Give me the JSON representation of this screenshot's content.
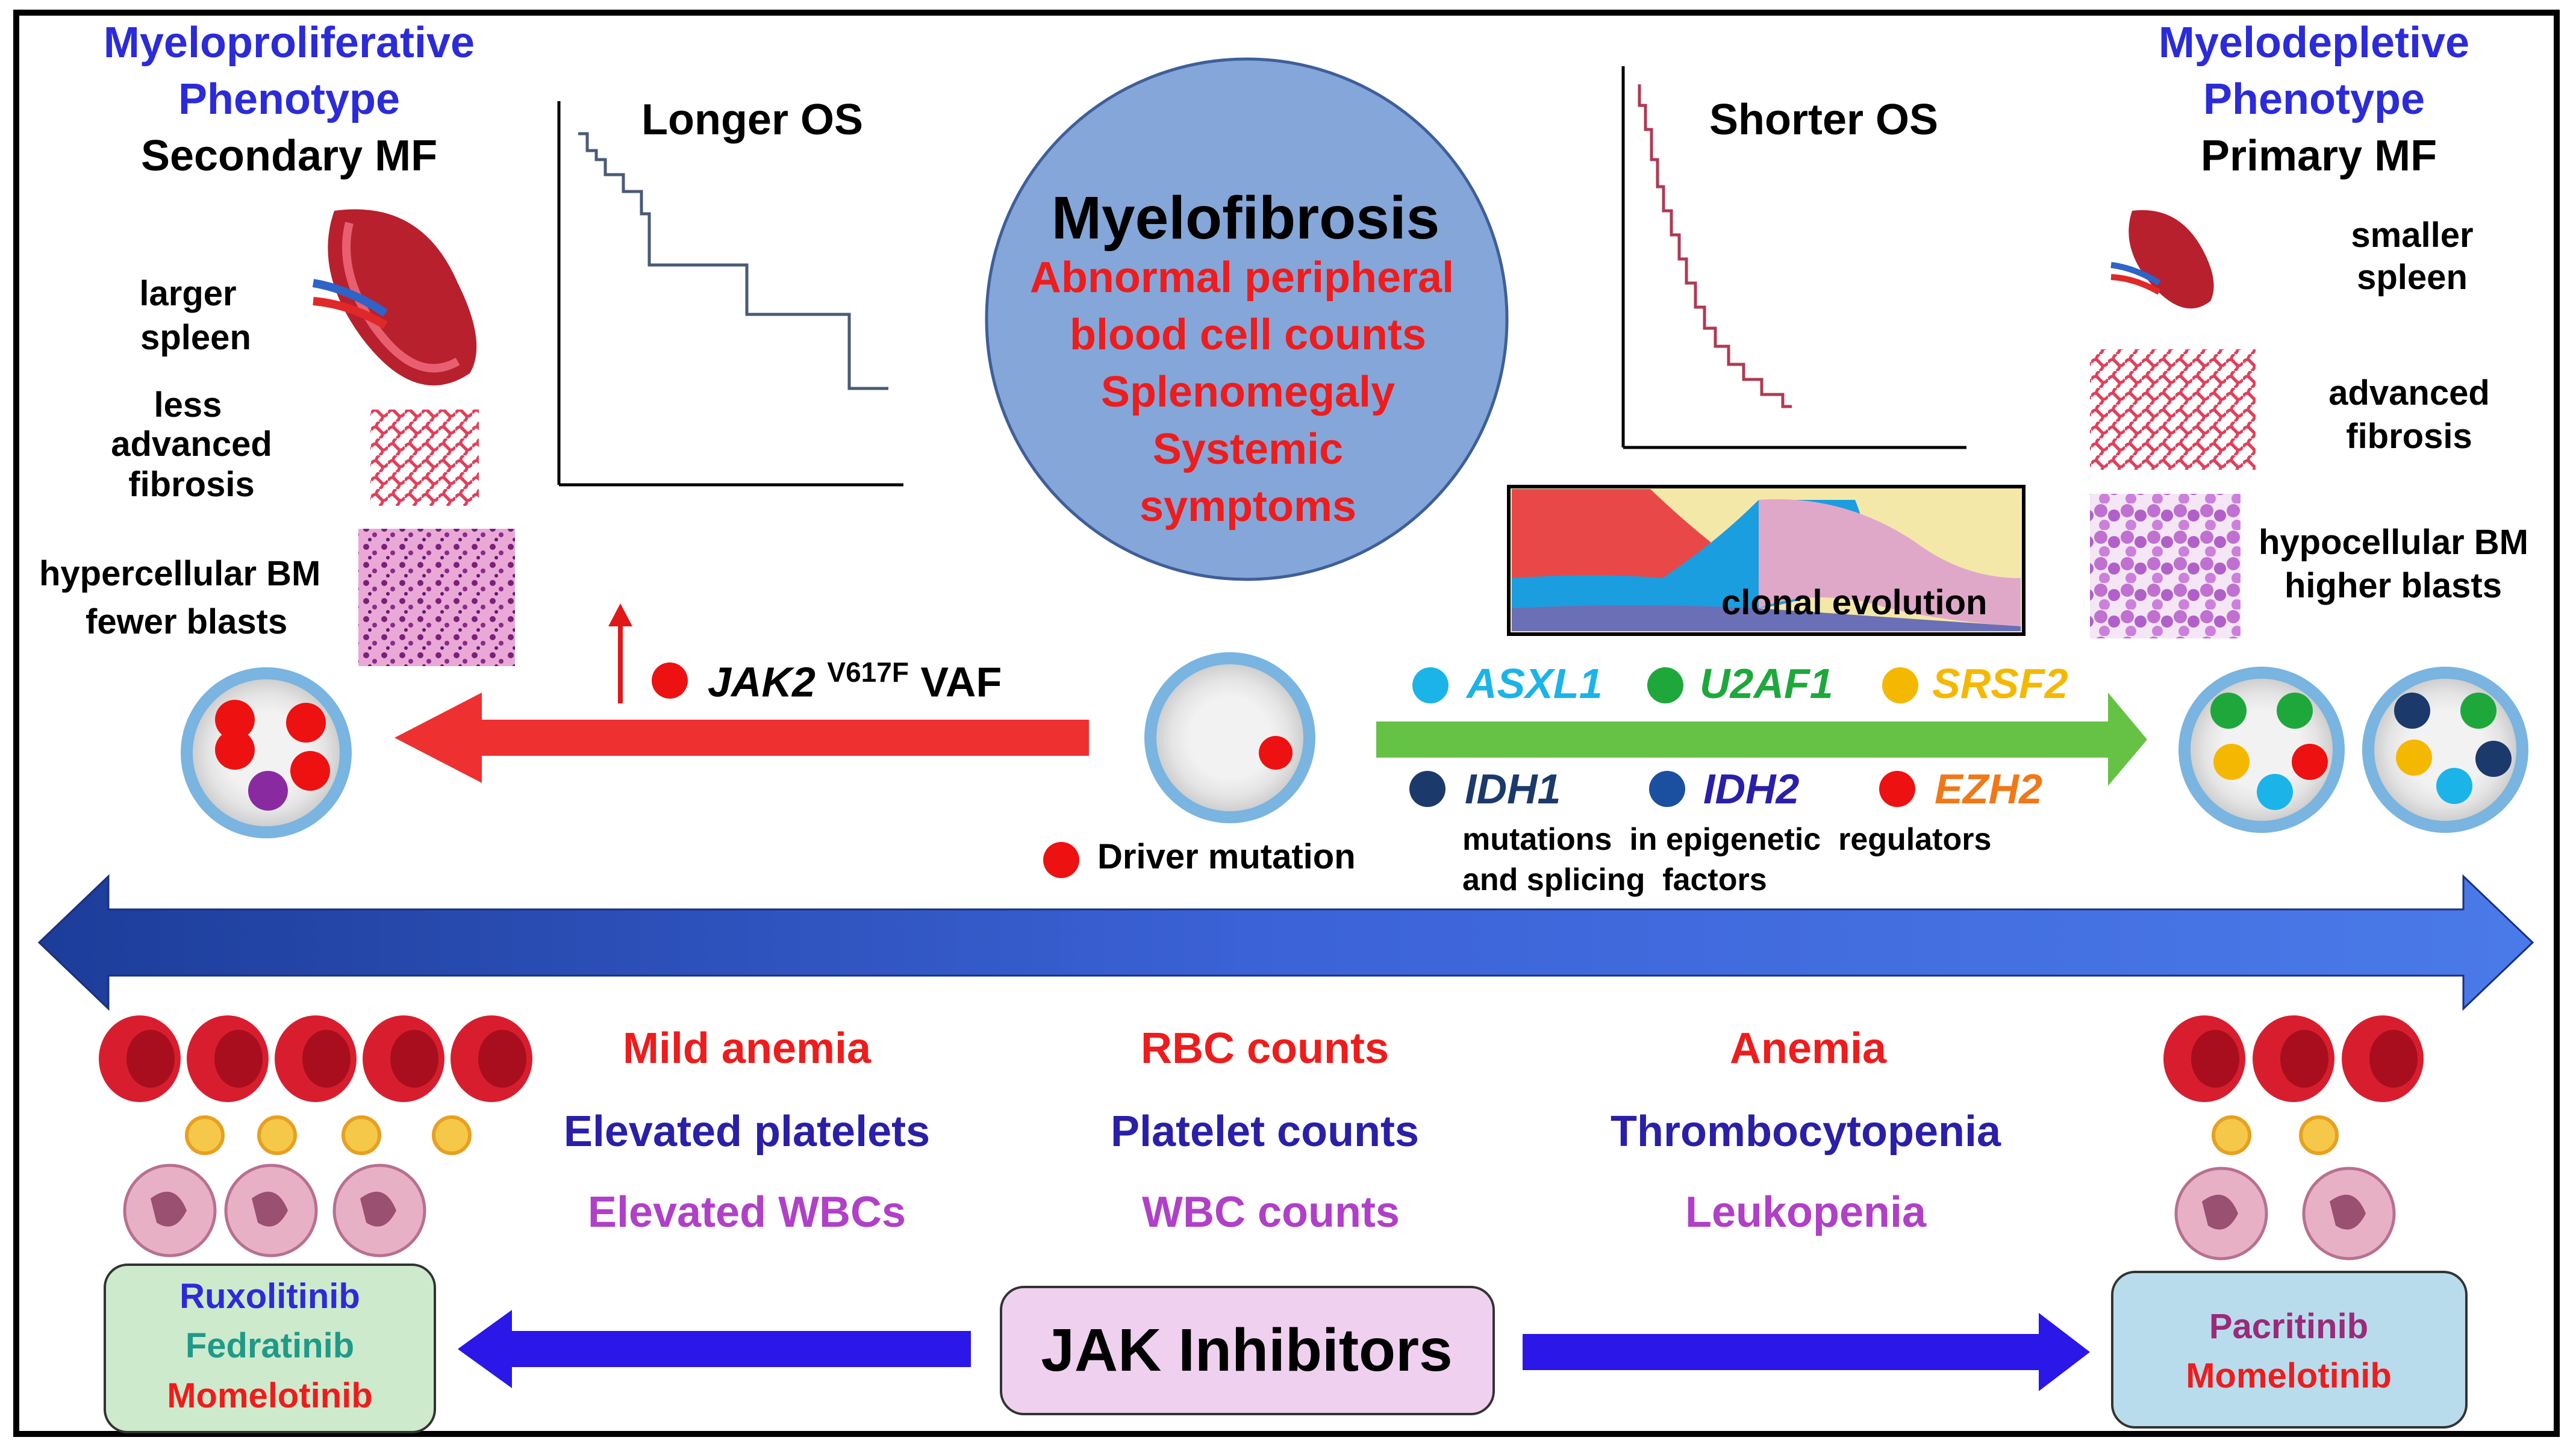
{
  "left": {
    "phenotype_line1": "Myeloproliferative",
    "phenotype_line2": "Phenotype",
    "subtype": "Secondary MF",
    "spleen_line1": "larger",
    "spleen_line2": "spleen",
    "fibrosis_line1": "less",
    "fibrosis_line2": "advanced",
    "fibrosis_line3": "fibrosis",
    "bm_line1": "hypercellular BM",
    "bm_line2": "fewer blasts",
    "os_label": "Longer OS"
  },
  "right": {
    "phenotype_line1": "Myelodepletive",
    "phenotype_line2": "Phenotype",
    "subtype": "Primary MF",
    "spleen_line1": "smaller",
    "spleen_line2": "spleen",
    "fibrosis_line1": "advanced",
    "fibrosis_line2": "fibrosis",
    "bm_line1": "hypocellular BM",
    "bm_line2": "higher blasts",
    "os_label": "Shorter OS",
    "clonal_label": "clonal evolution"
  },
  "center": {
    "title": "Myelofibrosis",
    "features": [
      "Abnormal peripheral",
      "blood cell counts",
      "Splenomegaly",
      "Systemic",
      "symptoms"
    ],
    "driver_label": "Driver mutation"
  },
  "jak2": {
    "gene": "JAK2",
    "superscript": "V617F",
    "suffix": "VAF"
  },
  "mutations": {
    "row1": [
      {
        "name": "ASXL1",
        "color": "#1bb4e8"
      },
      {
        "name": "U2AF1",
        "color": "#1ea83c"
      },
      {
        "name": "SRSF2",
        "color": "#f5b800"
      }
    ],
    "row2": [
      {
        "name": "IDH1",
        "color": "#1b3a6b"
      },
      {
        "name": "IDH2",
        "color": "#2a1fa8"
      },
      {
        "name": "EZH2",
        "color": "#f07818"
      }
    ],
    "caption_line1": "mutations  in epigenetic  regulators",
    "caption_line2": "and splicing  factors"
  },
  "counts": {
    "left": [
      "Mild anemia",
      "Elevated platelets",
      "Elevated WBCs"
    ],
    "center": [
      "RBC counts",
      "Platelet counts",
      "WBC counts"
    ],
    "right": [
      "Anemia",
      "Thrombocytopenia",
      "Leukopenia"
    ]
  },
  "inhibitors": {
    "center_label": "JAK Inhibitors",
    "left_drugs": [
      "Ruxolitinib",
      "Fedratinib",
      "Momelotinib"
    ],
    "right_drugs": [
      "Pacritinib",
      "Momelotinib"
    ]
  }
}
